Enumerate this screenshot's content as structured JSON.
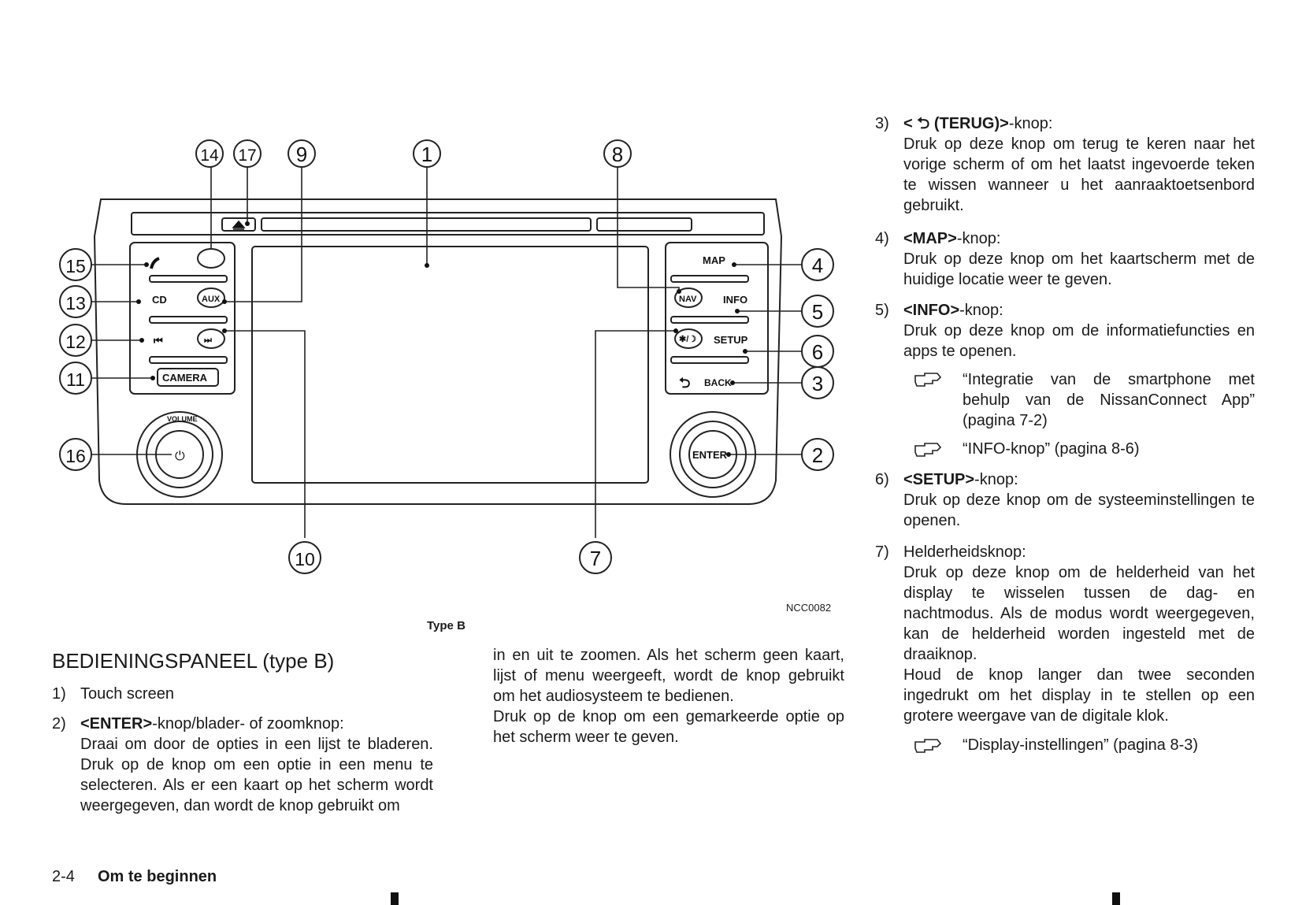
{
  "diagram": {
    "callouts": [
      "1",
      "2",
      "3",
      "4",
      "5",
      "6",
      "7",
      "8",
      "9",
      "10",
      "11",
      "12",
      "13",
      "14",
      "15",
      "16",
      "17"
    ],
    "panel_labels": {
      "cd": "CD",
      "aux": "AUX",
      "camera": "CAMERA",
      "map": "MAP",
      "info": "INFO",
      "nav": "NAV",
      "setup": "SETUP",
      "back": "BACK",
      "enter": "ENTER",
      "volume": "VOLUME"
    },
    "figure_code": "NCC0082",
    "caption": "Type B"
  },
  "section": {
    "title": "BEDIENINGSPANEEL (type B)"
  },
  "items": {
    "i1": {
      "num": "1)",
      "text": "Touch screen"
    },
    "i2": {
      "num": "2)",
      "head": "<ENTER>",
      "head_rest": "-knop/blader- of zoomknop:",
      "body": "Draai om door de opties in een lijst te bladeren. Druk op de knop om een optie in een menu te selecteren. Als er een kaart op het scherm wordt weergegeven, dan wordt de knop gebruikt om",
      "body_cont": "in en uit te zoomen. Als het scherm geen kaart, lijst of menu weergeeft, wordt de knop gebruikt om het audiosysteem te bedienen.",
      "body_cont2": "Druk op de knop om een gemarkeerde optie op het scherm weer te geven."
    },
    "i3": {
      "num": "3)",
      "head_open": "<",
      "head": "(TERUG)>",
      "head_rest": "-knop:",
      "body": "Druk op deze knop om terug te keren naar het vorige scherm of om het laatst ingevoerde teken te wissen wanneer u het aanraaktoetsenbord gebruikt."
    },
    "i4": {
      "num": "4)",
      "head": "<MAP>",
      "head_rest": "-knop:",
      "body": "Druk op deze knop om het kaartscherm met de huidige locatie weer te geven."
    },
    "i5": {
      "num": "5)",
      "head": "<INFO>",
      "head_rest": "-knop:",
      "body": "Druk op deze knop om de informatiefuncties en apps te openen.",
      "ref1": "“Integratie van de smartphone met behulp van de NissanConnect App” (pagina 7-2)",
      "ref2": "“INFO-knop” (pagina 8-6)"
    },
    "i6": {
      "num": "6)",
      "head": "<SETUP>",
      "head_rest": "-knop:",
      "body": "Druk op deze knop om de systeeminstellingen te openen."
    },
    "i7": {
      "num": "7)",
      "head": "Helderheidsknop:",
      "body": "Druk op deze knop om de helderheid van het display te wisselen tussen de dag- en nachtmodus. Als de modus wordt weergegeven, kan de helderheid worden ingesteld met de draaiknop.",
      "body2": "Houd de knop langer dan twee seconden ingedrukt om het display in te stellen op een grotere weergave van de digitale klok.",
      "ref1": "“Display-instellingen” (pagina 8-3)"
    }
  },
  "footer": {
    "page": "2-4",
    "chapter": "Om te beginnen"
  }
}
